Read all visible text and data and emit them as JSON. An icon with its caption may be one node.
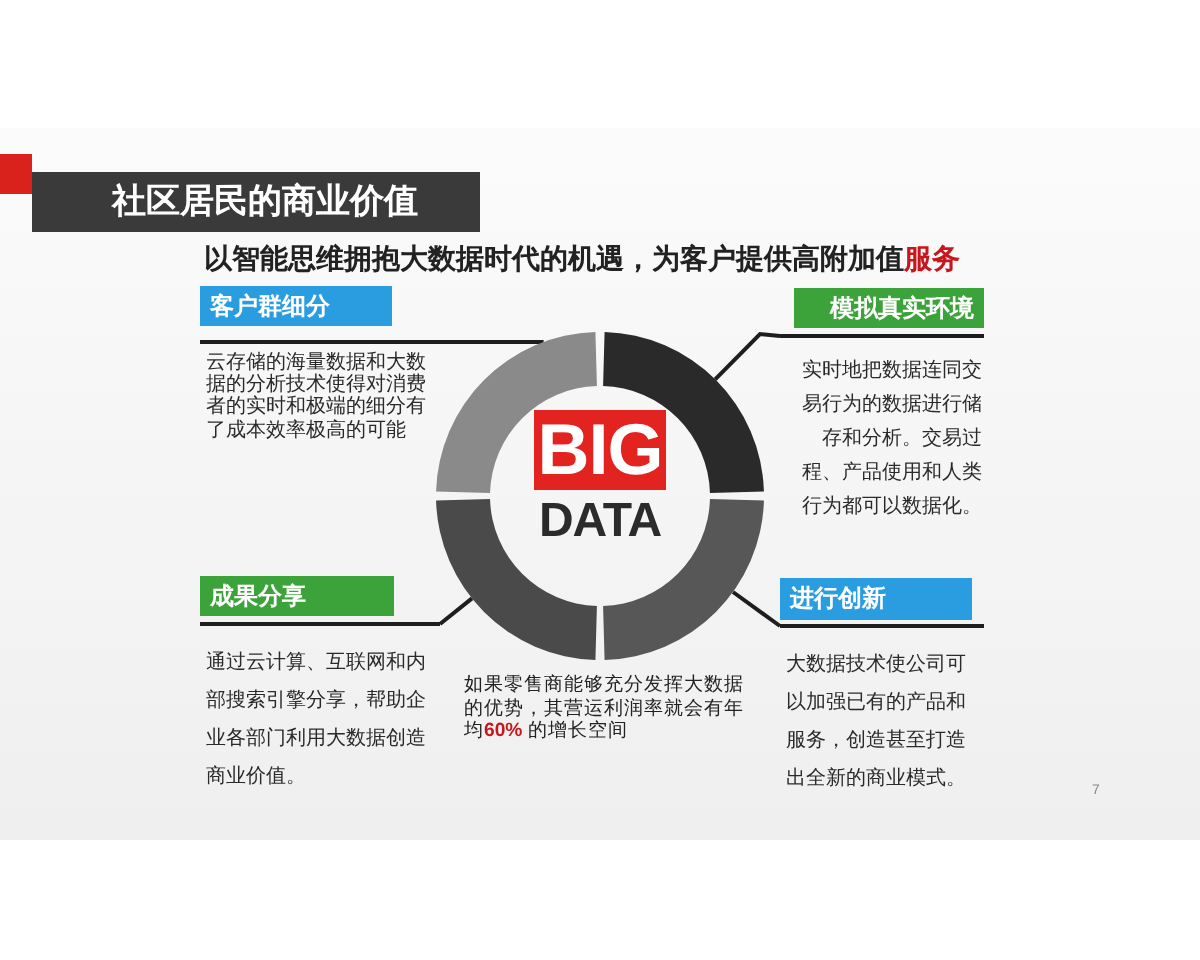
{
  "diagram": {
    "title": "社区居民的商业价值",
    "nodes": [
      {
        "text": [
          "客户群细分",
          "云存储的海量数据和大数据的分析技术使得对消费者的实时和极端的细分有了成本效率极高的可能"
        ]
      },
      {
        "text": [
          "模拟真实环境",
          "实时地把数据连同交易行为的数据进行储存和分析。交易过程、产品使用和人类行为都可以数据化。"
        ]
      },
      {
        "text": [
          "BIG",
          "DATA"
        ]
      },
      {
        "text": [
          "成果分享",
          "通过云计算、互联网和内部搜索引擎分享，帮助企业各部门利用大数据创造商业价值。"
        ]
      },
      {
        "text": [
          "进行创新",
          "大数据技术使公司可以加强已有的产品和服务，创造甚至打造出全新的商业模式。"
        ]
      }
    ],
    "edges": [
      {
        "from": 2,
        "to": 0,
        "arrow": "none"
      },
      {
        "from": 2,
        "to": 1,
        "arrow": "none"
      },
      {
        "from": 2,
        "to": 3,
        "arrow": "none"
      },
      {
        "from": 2,
        "to": 4,
        "arrow": "none"
      }
    ],
    "labels": [
      "以智能思维拥抱大数据时代的机遇，为客户提供高附加值**服务**",
      "如果零售商能够充分发挥大数据的优势，其营运利润率就会有年均**60%** 的增长空间",
      "7"
    ]
  }
}
